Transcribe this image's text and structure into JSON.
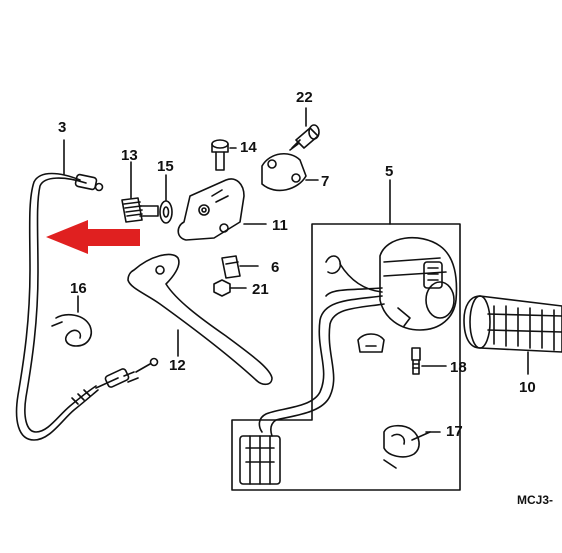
{
  "diagram": {
    "ref_code": "MCJ3-",
    "highlight_color": "#e02020",
    "ink_color": "#111111",
    "parts": [
      {
        "id": "3",
        "label": "3"
      },
      {
        "id": "13",
        "label": "13"
      },
      {
        "id": "15",
        "label": "15"
      },
      {
        "id": "14",
        "label": "14"
      },
      {
        "id": "22",
        "label": "22"
      },
      {
        "id": "7",
        "label": "7"
      },
      {
        "id": "5",
        "label": "5"
      },
      {
        "id": "11",
        "label": "11"
      },
      {
        "id": "6",
        "label": "6"
      },
      {
        "id": "21",
        "label": "21"
      },
      {
        "id": "16",
        "label": "16"
      },
      {
        "id": "12",
        "label": "12"
      },
      {
        "id": "18",
        "label": "18"
      },
      {
        "id": "10",
        "label": "10"
      },
      {
        "id": "17",
        "label": "17"
      }
    ]
  }
}
